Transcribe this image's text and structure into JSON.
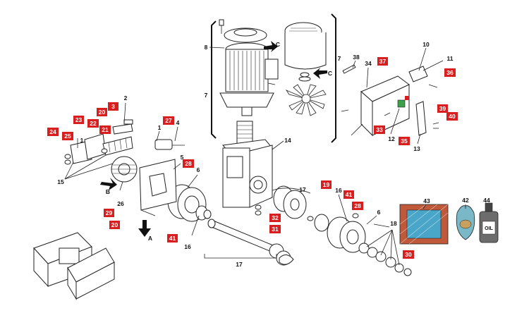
{
  "labels": {
    "l1a": "1",
    "l1b": "1",
    "l2": "2",
    "l3": "3",
    "l4": "4",
    "l5": "5",
    "l6a": "6",
    "l6b": "6",
    "l7a": "7",
    "l7b": "7",
    "l8": "8",
    "l10": "10",
    "l11": "11",
    "l12": "12",
    "l13": "13",
    "l14": "14",
    "l15": "15",
    "l16a": "16",
    "l16b": "16",
    "l17a": "17",
    "l17b": "17",
    "l18": "18",
    "l19": "19",
    "l20a": "20",
    "l20b": "20",
    "l21": "21",
    "l22": "22",
    "l23": "23",
    "l24": "24",
    "l25": "25",
    "l26": "26",
    "l27": "27",
    "l28a": "28",
    "l28b": "28",
    "l29": "29",
    "l30": "30",
    "l31": "31",
    "l32": "32",
    "l33": "33",
    "l34": "34",
    "l35": "35",
    "l36": "36",
    "l37": "37",
    "l38": "38",
    "l39": "39",
    "l40": "40",
    "l41a": "41",
    "l41b": "41",
    "l42": "42",
    "l43": "43",
    "l44": "44",
    "lA": "A",
    "lB": "B",
    "lC1": "C",
    "lC2": "C"
  },
  "oil_bottle_text": "OIL",
  "colors": {
    "badge_red": "#d81e1e",
    "cross_hatch": "#c0583a",
    "seal_blue": "#4aa6c8",
    "tag_green": "#3aa04a"
  }
}
